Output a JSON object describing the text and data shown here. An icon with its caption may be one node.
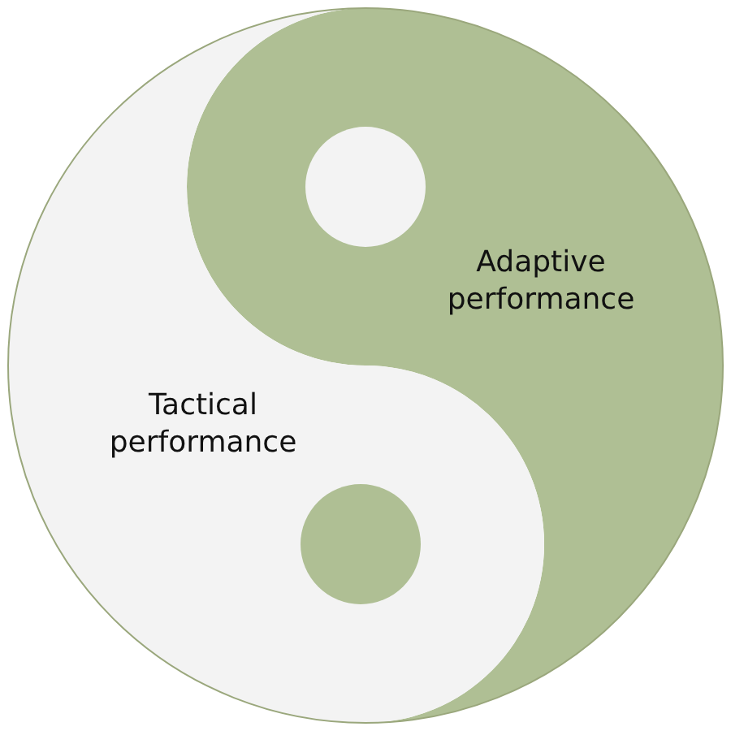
{
  "diagram": {
    "nodes": [
      {
        "text": [
          "Adaptive performance"
        ]
      },
      {
        "text": [],
        "shape": "circle",
        "in": 0
      },
      {
        "text": [
          "Tactical performance"
        ]
      },
      {
        "text": [],
        "shape": "circle",
        "in": 2
      }
    ]
  }
}
